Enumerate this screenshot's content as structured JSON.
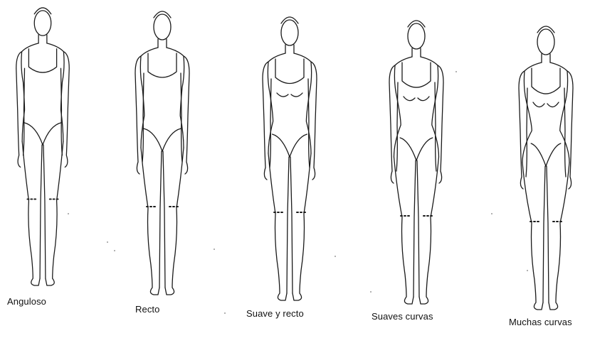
{
  "figures": [
    {
      "id": "anguloso",
      "label": "Anguloso"
    },
    {
      "id": "recto",
      "label": "Recto"
    },
    {
      "id": "suave-y-recto",
      "label": "Suave y recto"
    },
    {
      "id": "suaves-curvas",
      "label": "Suaves curvas"
    },
    {
      "id": "muchas-curvas",
      "label": "Muchas curvas"
    }
  ],
  "colors": {
    "ink": "#1a1a1a",
    "paper": "#ffffff"
  }
}
